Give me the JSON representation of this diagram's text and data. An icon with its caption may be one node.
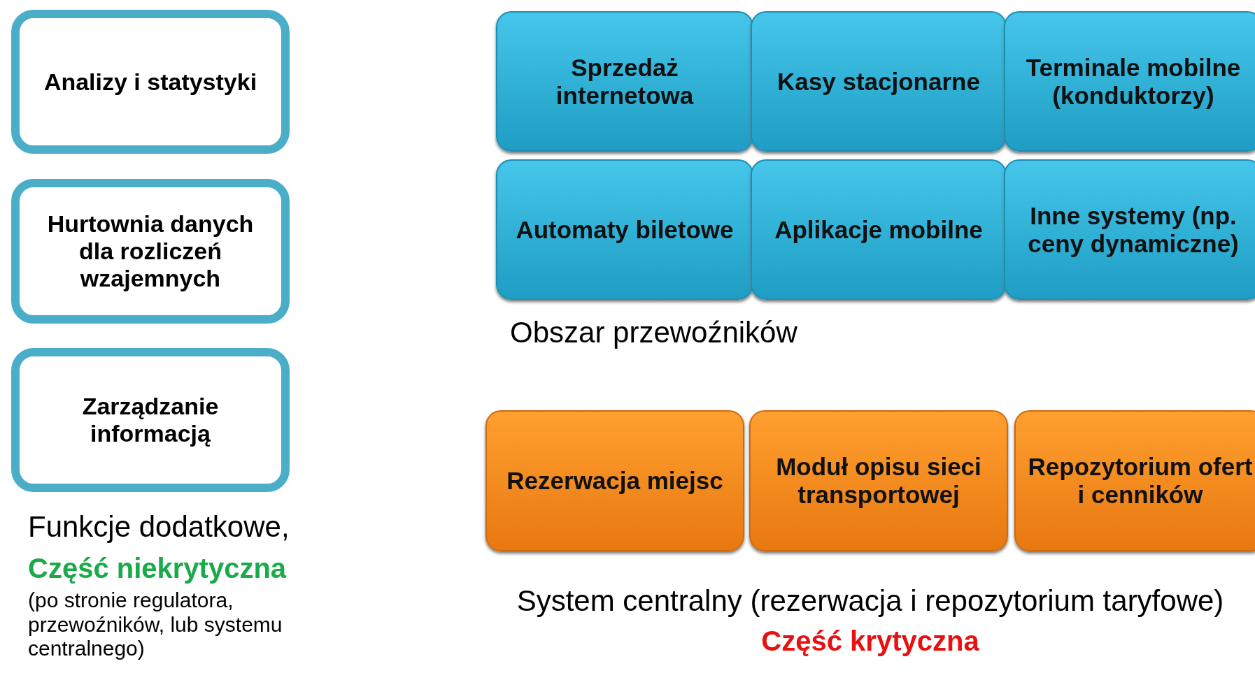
{
  "diagram": {
    "nodes": [
      {
        "text": [
          "Analizy i statystyki"
        ]
      },
      {
        "text": [
          "Hurtownia danych dla rozliczeń wzajemnych"
        ]
      },
      {
        "text": [
          "Zarządzanie informacją"
        ]
      },
      {
        "text": [
          "Sprzedaż internetowa"
        ]
      },
      {
        "text": [
          "Kasy stacjonarne"
        ]
      },
      {
        "text": [
          "Terminale mobilne (konduktorzy)"
        ]
      },
      {
        "text": [
          "Automaty biletowe"
        ]
      },
      {
        "text": [
          "Aplikacje mobilne"
        ]
      },
      {
        "text": [
          "Inne systemy (np. ceny dynamiczne)"
        ]
      },
      {
        "text": [
          "Rezerwacja miejsc"
        ]
      },
      {
        "text": [
          "Moduł opisu sieci transportowej"
        ]
      },
      {
        "text": [
          "Repozytorium ofert i cenników"
        ]
      }
    ],
    "labels": [
      "Obszar przewoźników",
      "Funkcje dodatkowe,",
      "Część niekrytyczna",
      "(po stronie regulatora, przewoźników, lub systemu centralnego)",
      "System centralny (rezerwacja i repozytorium taryfowe)",
      "Część krytyczna"
    ]
  }
}
